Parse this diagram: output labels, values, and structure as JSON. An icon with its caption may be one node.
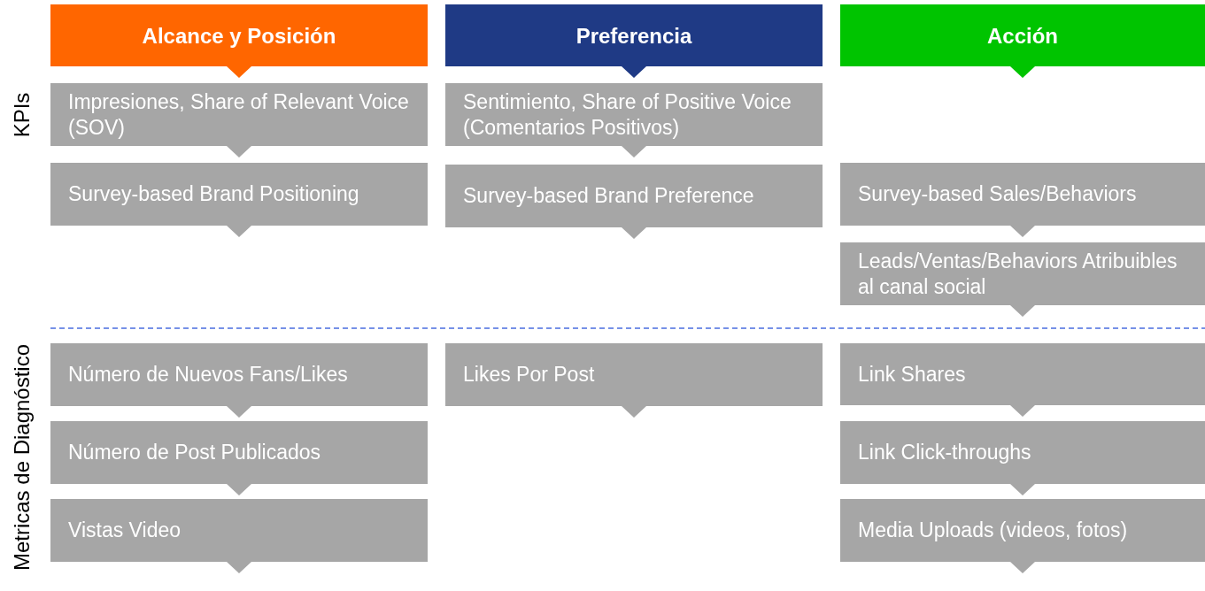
{
  "diagram": {
    "nodes": [
      {
        "text": [
          "Alcance y Posición"
        ]
      },
      {
        "text": [
          "Preferencia"
        ]
      },
      {
        "text": [
          "Acción"
        ]
      },
      {
        "text": [
          "Impresiones, Share of Relevant Voice (SOV)"
        ]
      },
      {
        "text": [
          "Sentimiento, Share of Positive Voice (Comentarios Positivos)"
        ]
      },
      {
        "text": [
          "Survey-based Brand Positioning"
        ]
      },
      {
        "text": [
          "Survey-based Brand Preference"
        ]
      },
      {
        "text": [
          "Survey-based Sales/Behaviors"
        ]
      },
      {
        "text": [
          "Leads/Ventas/Behaviors Atribuibles al canal social"
        ]
      },
      {
        "text": [
          "Número de Nuevos Fans/Likes"
        ]
      },
      {
        "text": [
          "Likes Por Post"
        ]
      },
      {
        "text": [
          "Link Shares"
        ]
      },
      {
        "text": [
          "Número de Post Publicados"
        ]
      },
      {
        "text": [
          "Link Click-throughs"
        ]
      },
      {
        "text": [
          "Vistas Video"
        ]
      },
      {
        "text": [
          "Media Uploads (videos, fotos)"
        ]
      }
    ],
    "labels": [
      "KPIs",
      "Metricas de Diagnóstico"
    ]
  }
}
